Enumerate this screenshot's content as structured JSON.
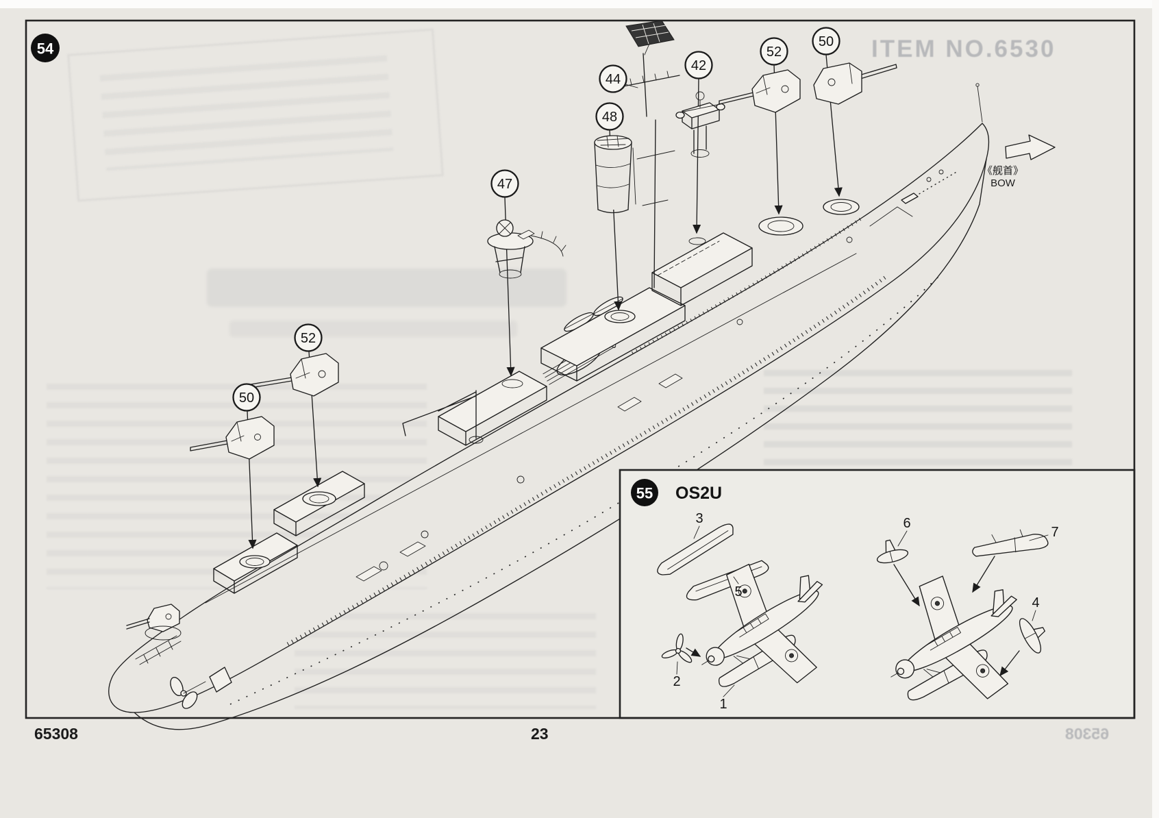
{
  "page": {
    "step_number": "54",
    "kit_number": "65308",
    "page_number": "23"
  },
  "bow_marker": {
    "cn": "《舰首》",
    "en": "BOW"
  },
  "callouts": {
    "c44": "44",
    "c48": "48",
    "c47": "47",
    "c42": "42",
    "c52_top": "52",
    "c50_top": "50",
    "c52_left": "52",
    "c50_left": "50"
  },
  "inset": {
    "step_number": "55",
    "title": "OS2U",
    "parts": {
      "p1": "1",
      "p2": "2",
      "p3": "3",
      "p4": "4",
      "p5": "5",
      "p6": "6",
      "p7": "7"
    }
  },
  "bleedthrough": {
    "item_no": "ITEM NO.6530",
    "kit_number": "65308"
  }
}
